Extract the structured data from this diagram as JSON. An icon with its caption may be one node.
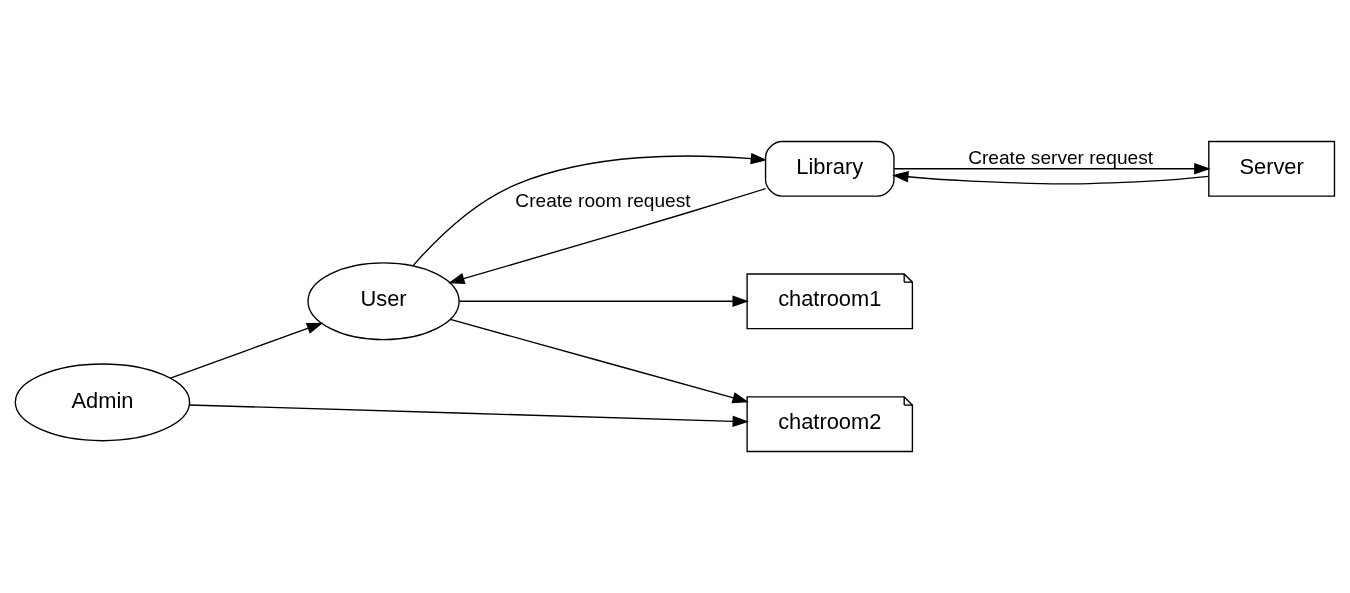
{
  "diagram": {
    "nodes": [
      {
        "text": [
          "Admin"
        ]
      },
      {
        "text": [
          "Server"
        ]
      },
      {
        "text": [
          "User"
        ]
      },
      {
        "text": [
          "Library"
        ]
      },
      {
        "text": [
          "chatroom1"
        ]
      },
      {
        "text": [
          "chatroom2"
        ]
      }
    ],
    "edges": [
      {
        "from": 3,
        "to": 1,
        "arrow": "to",
        "label": "Create server request"
      },
      {
        "from": 1,
        "to": 3,
        "arrow": "to"
      },
      {
        "from": 2,
        "to": 3,
        "arrow": "to"
      },
      {
        "from": 3,
        "to": 2,
        "arrow": "to",
        "label": "Create room request"
      },
      {
        "from": 0,
        "to": 2,
        "arrow": "to"
      },
      {
        "from": 0,
        "to": 5,
        "arrow": "to"
      },
      {
        "from": 2,
        "to": 4,
        "arrow": "to"
      },
      {
        "from": 2,
        "to": 5,
        "arrow": "to"
      }
    ]
  }
}
